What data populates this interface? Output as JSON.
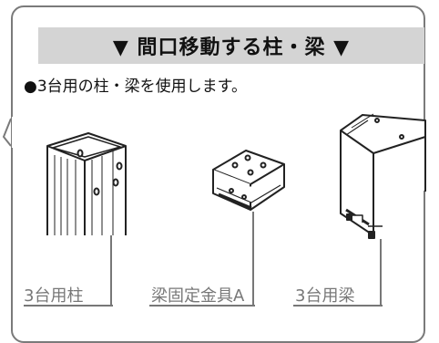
{
  "header": {
    "title": "▼ 間口移動する柱・梁 ▼"
  },
  "note": "●3台用の柱・梁を使用します。",
  "labels": {
    "pillar": "3台用柱",
    "bracket": "梁固定金具A",
    "beam": "3台用梁"
  }
}
